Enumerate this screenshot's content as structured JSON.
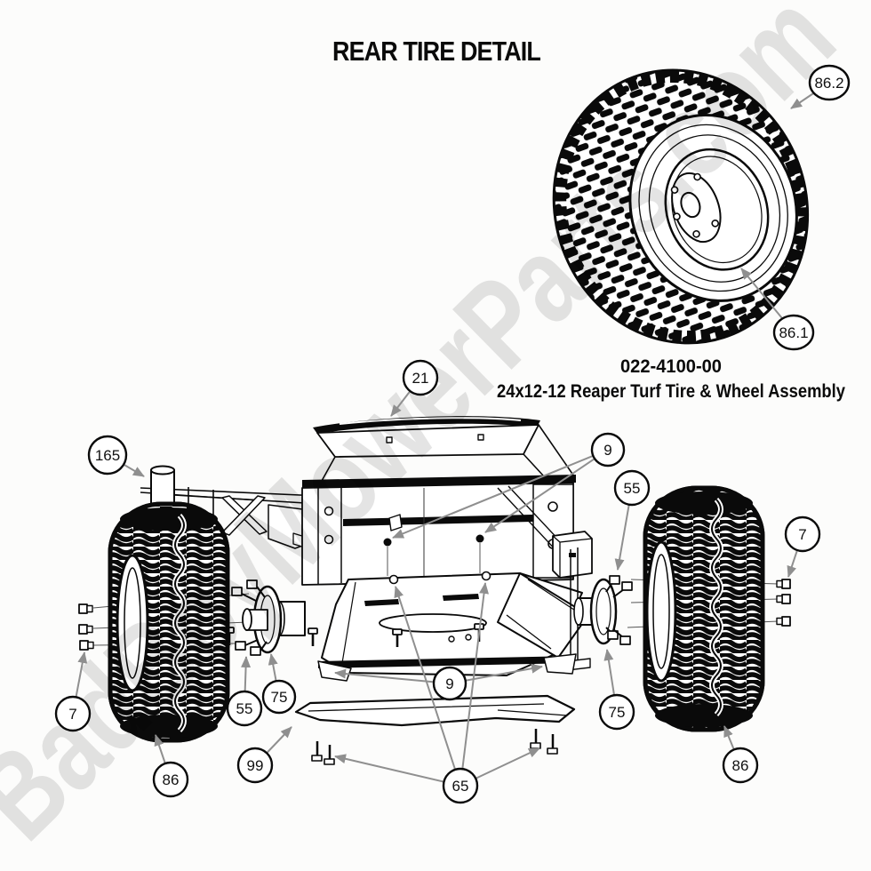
{
  "page": {
    "title": "REAR TIRE DETAIL"
  },
  "watermark": {
    "text": "BadBoyMowerParts.com"
  },
  "assembly_label": {
    "part_number": "022-4100-00",
    "description": "24x12-12 Reaper Turf Tire & Wheel Assembly"
  },
  "colors": {
    "background": "#fcfcfb",
    "line": "#0a0a0a",
    "leader": "#8f8f8f",
    "watermark_gray": "#e5e5e5"
  },
  "callouts": [
    {
      "label": "86.2"
    },
    {
      "label": "86.1"
    },
    {
      "label": "21"
    },
    {
      "label": "165"
    },
    {
      "label": "9"
    },
    {
      "label": "55"
    },
    {
      "label": "7"
    },
    {
      "label": "55"
    },
    {
      "label": "75"
    },
    {
      "label": "9"
    },
    {
      "label": "75"
    },
    {
      "label": "99"
    },
    {
      "label": "86"
    },
    {
      "label": "65"
    },
    {
      "label": "86"
    },
    {
      "label": "7"
    }
  ]
}
